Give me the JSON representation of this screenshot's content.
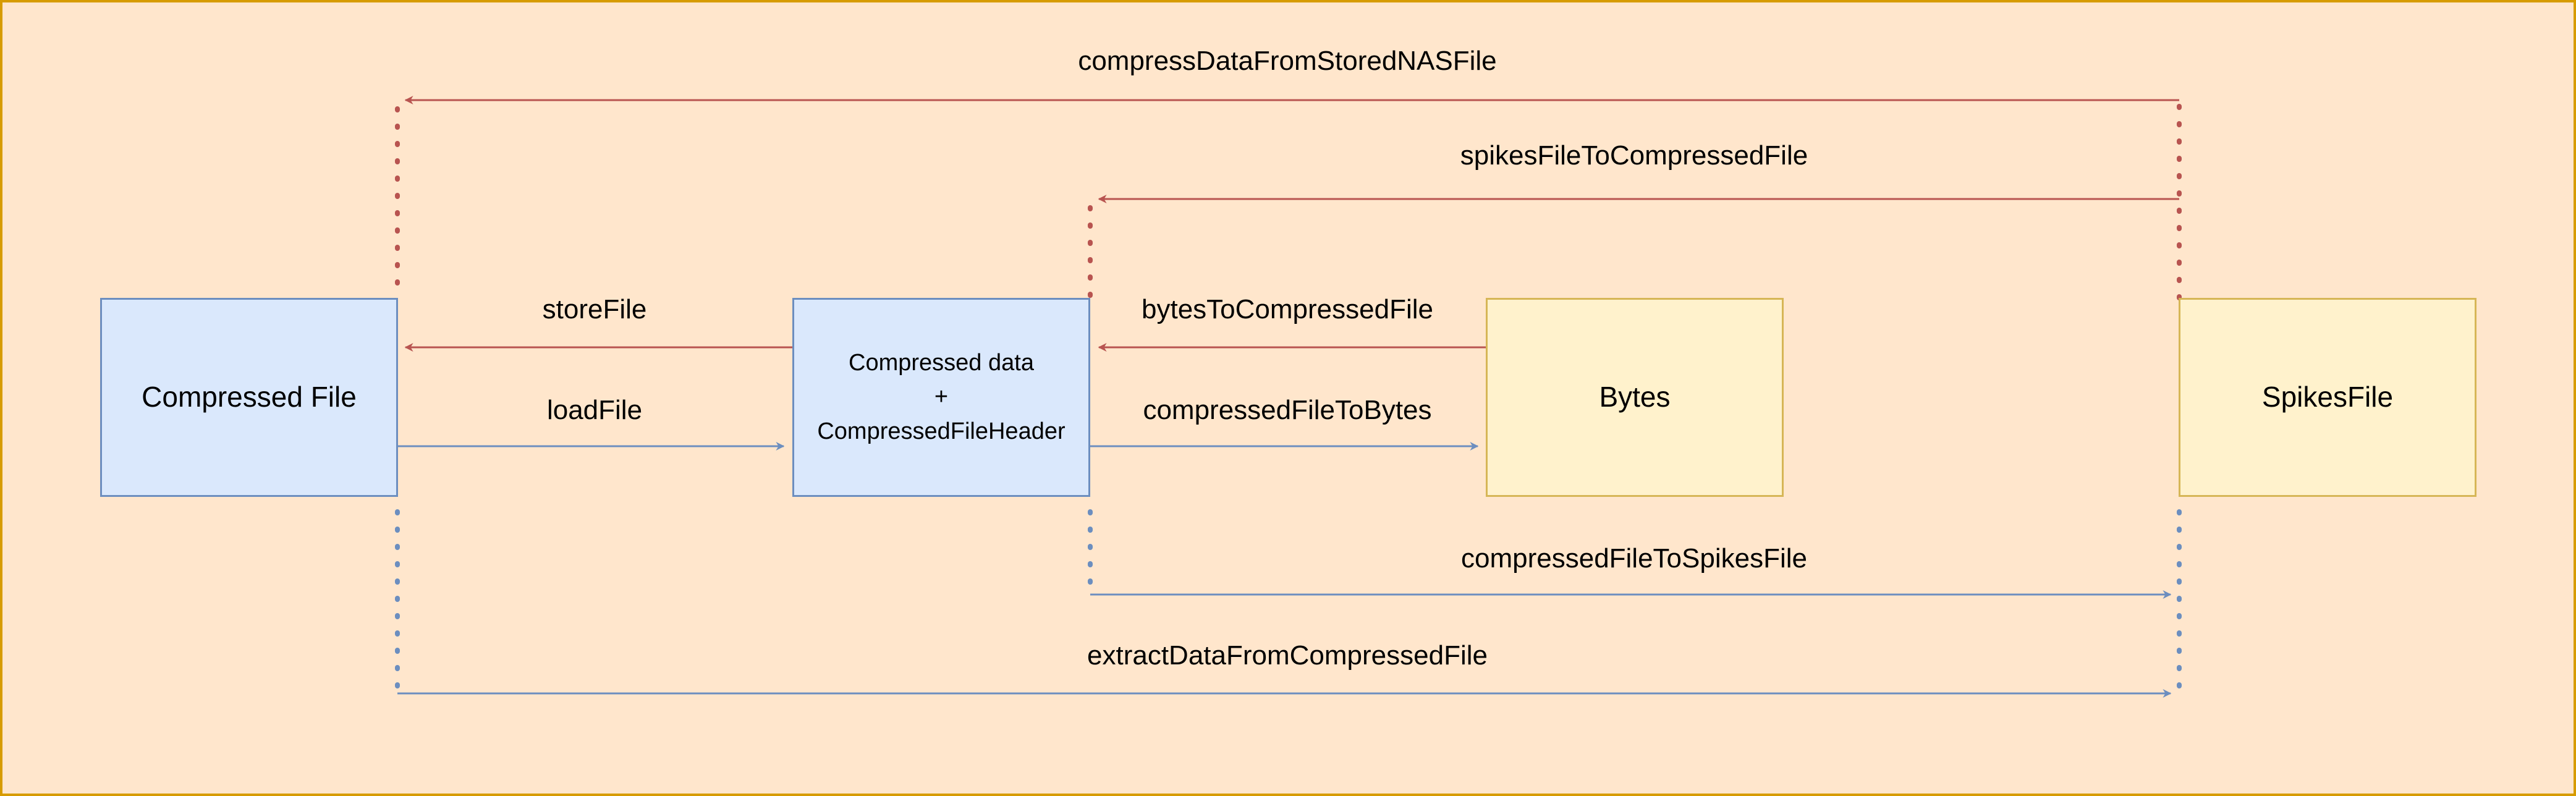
{
  "diagram": {
    "border_color": "#d79b00",
    "background_color": "#ffe6cc",
    "nodes": {
      "compressed_file": {
        "label": "Compressed File",
        "fill": "#dae8fc",
        "stroke": "#6c8ebf"
      },
      "compressed_data": {
        "line1": "Compressed data",
        "line2": "+",
        "line3": "CompressedFileHeader",
        "fill": "#dae8fc",
        "stroke": "#6c8ebf"
      },
      "bytes": {
        "label": "Bytes",
        "fill": "#fff2cc",
        "stroke": "#d6b656"
      },
      "spikes_file": {
        "label": "SpikesFile",
        "fill": "#fff2cc",
        "stroke": "#d6b656"
      }
    },
    "edges": {
      "compress_data_from_stored_nas_file": {
        "label": "compressDataFromStoredNASFile",
        "from": "SpikesFile",
        "to": "Compressed File",
        "color": "#b85450"
      },
      "spikes_file_to_compressed_file": {
        "label": "spikesFileToCompressedFile",
        "from": "SpikesFile",
        "to": "Compressed data + CompressedFileHeader",
        "color": "#b85450"
      },
      "store_file": {
        "label": "storeFile",
        "from": "Compressed data + CompressedFileHeader",
        "to": "Compressed File",
        "color": "#b85450"
      },
      "load_file": {
        "label": "loadFile",
        "from": "Compressed File",
        "to": "Compressed data + CompressedFileHeader",
        "color": "#6c8ebf"
      },
      "bytes_to_compressed_file": {
        "label": "bytesToCompressedFile",
        "from": "Bytes",
        "to": "Compressed data + CompressedFileHeader",
        "color": "#b85450"
      },
      "compressed_file_to_bytes": {
        "label": "compressedFileToBytes",
        "from": "Compressed data + CompressedFileHeader",
        "to": "Bytes",
        "color": "#6c8ebf"
      },
      "compressed_file_to_spikes_file": {
        "label": "compressedFileToSpikesFile",
        "from": "Compressed data + CompressedFileHeader",
        "to": "SpikesFile",
        "color": "#6c8ebf"
      },
      "extract_data_from_compressed_file": {
        "label": "extractDataFromCompressedFile",
        "from": "Compressed File",
        "to": "SpikesFile",
        "color": "#6c8ebf"
      }
    }
  }
}
